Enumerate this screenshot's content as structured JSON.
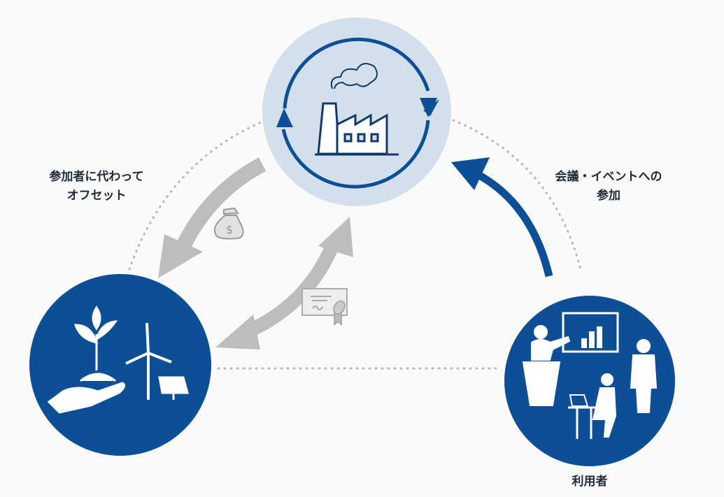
{
  "labels": {
    "offset_line1": "参加者に代わって",
    "offset_line2": "オフセット",
    "participation_line1": "会議・イベントへの",
    "participation_line2": "参加",
    "user": "利用者"
  },
  "nodes": [
    {
      "id": "emitter",
      "icon": "factory-icon"
    },
    {
      "id": "offset-provider",
      "icon": "renewable-energy-icon"
    },
    {
      "id": "user",
      "icon": "meeting-people-icon"
    }
  ],
  "flow_icons": [
    "money-bag-icon",
    "certificate-icon"
  ],
  "colors": {
    "primary": "#0d4f96",
    "light_circle": "#d3e0ec",
    "arrow_gray": "#bdbdbd",
    "dotted": "#b8b8b8",
    "background": "#fafafa"
  }
}
